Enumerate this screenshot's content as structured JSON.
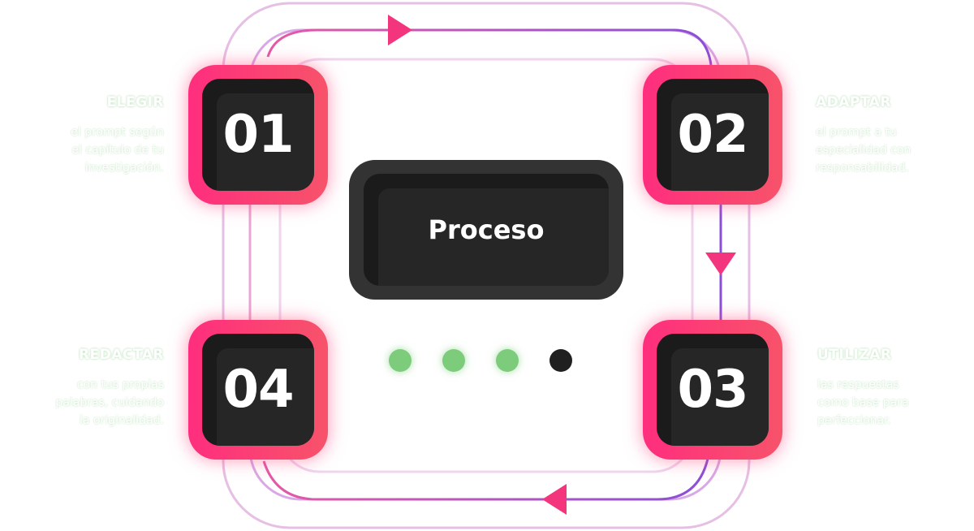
{
  "center_label": "Proceso",
  "steps": [
    {
      "number": "01",
      "title": "ELEGIR",
      "desc_lines": [
        "el prompt según",
        "el capítulo de tu",
        "investigación."
      ]
    },
    {
      "number": "02",
      "title": "ADAPTAR",
      "desc_lines": [
        "el prompt a tu",
        "especialidad con",
        "responsabilidad."
      ]
    },
    {
      "number": "03",
      "title": "UTILIZAR",
      "desc_lines": [
        "las respuestas",
        "como base para",
        "perfeccionar."
      ]
    },
    {
      "number": "04",
      "title": "REDACTAR",
      "desc_lines": [
        "con tus propias",
        "palabras, cuidando",
        "la originalidad."
      ]
    }
  ],
  "progress_dots": {
    "total": 4,
    "active": 3
  },
  "colors": {
    "accent_pink": "#ff2e7e",
    "accent_coral": "#f7536a",
    "path_purple": "#8a4fd8",
    "dark_box": "#1b1b1b",
    "dot_active": "#7ccc7c",
    "dot_inactive": "#202020"
  }
}
